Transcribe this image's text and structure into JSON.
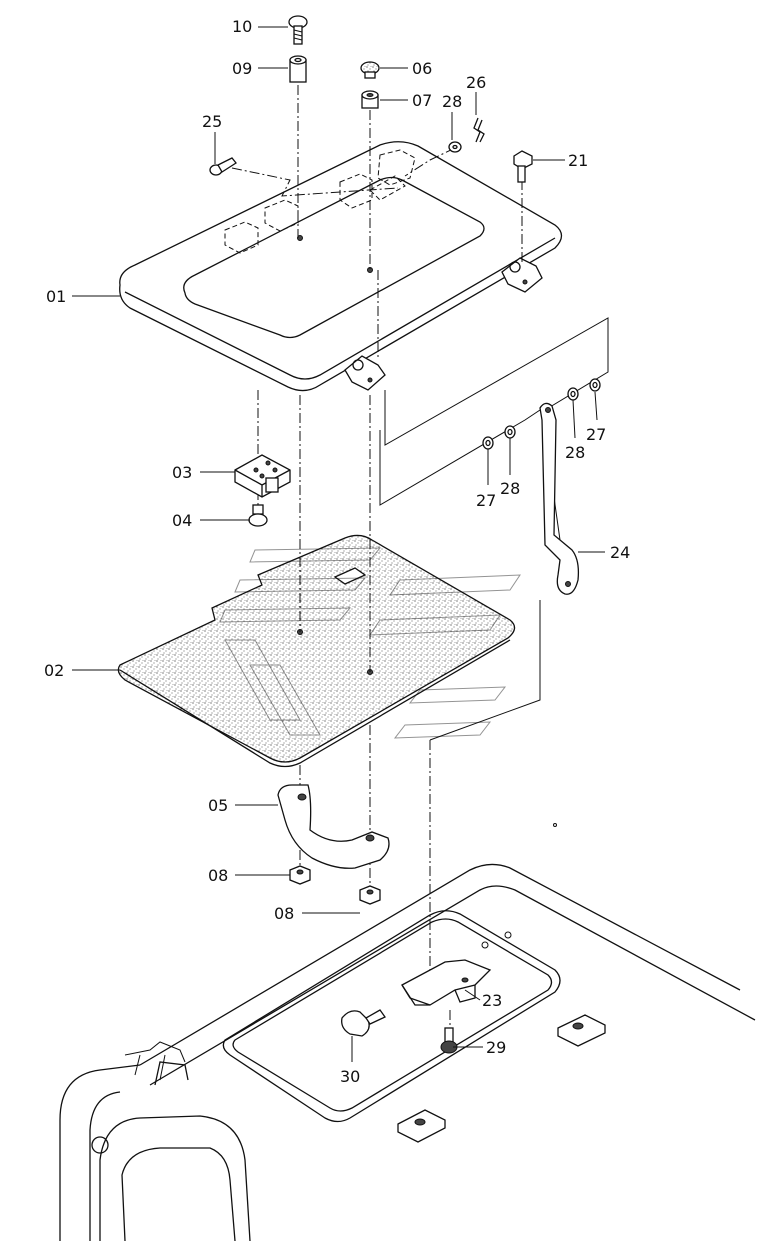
{
  "diagram": {
    "parts": [
      {
        "id": "p01",
        "label": "01"
      },
      {
        "id": "p02",
        "label": "02"
      },
      {
        "id": "p03",
        "label": "03"
      },
      {
        "id": "p04",
        "label": "04"
      },
      {
        "id": "p05",
        "label": "05"
      },
      {
        "id": "p06",
        "label": "06"
      },
      {
        "id": "p07",
        "label": "07"
      },
      {
        "id": "p08a",
        "label": "08"
      },
      {
        "id": "p08b",
        "label": "08"
      },
      {
        "id": "p09",
        "label": "09"
      },
      {
        "id": "p10",
        "label": "10"
      },
      {
        "id": "p21",
        "label": "21"
      },
      {
        "id": "p23",
        "label": "23"
      },
      {
        "id": "p24",
        "label": "24"
      },
      {
        "id": "p25",
        "label": "25"
      },
      {
        "id": "p26",
        "label": "26"
      },
      {
        "id": "p27a",
        "label": "27"
      },
      {
        "id": "p27b",
        "label": "27"
      },
      {
        "id": "p28a",
        "label": "28"
      },
      {
        "id": "p28b",
        "label": "28"
      },
      {
        "id": "p28c",
        "label": "28"
      },
      {
        "id": "p29",
        "label": "29"
      },
      {
        "id": "p30",
        "label": "30"
      }
    ]
  }
}
